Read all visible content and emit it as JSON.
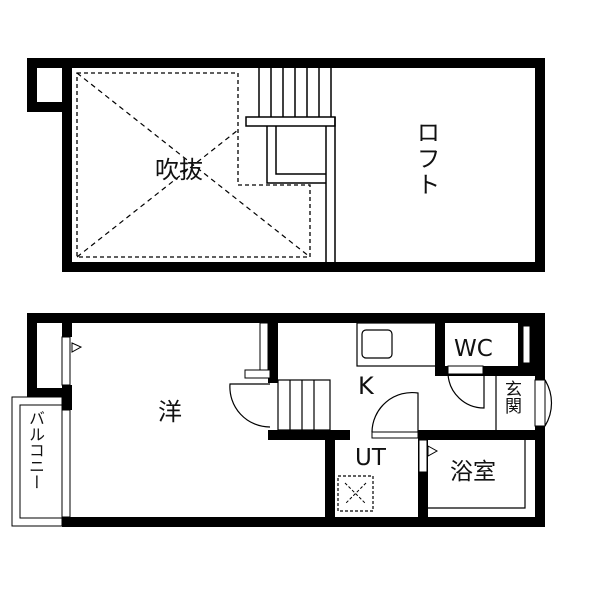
{
  "floor_plan": {
    "upper_floor": {
      "rooms": [
        {
          "id": "fukinuke",
          "label": "吹抜"
        },
        {
          "id": "loft",
          "label": "ロフト"
        }
      ]
    },
    "lower_floor": {
      "rooms": [
        {
          "id": "western_room",
          "label": "洋"
        },
        {
          "id": "kitchen",
          "label": "K"
        },
        {
          "id": "wc",
          "label": "WC"
        },
        {
          "id": "entrance",
          "label": "玄関"
        },
        {
          "id": "utility",
          "label": "UT"
        },
        {
          "id": "bathroom",
          "label": "浴室"
        },
        {
          "id": "balcony",
          "label": "バルコニー"
        }
      ]
    },
    "colors": {
      "wall": "#000000",
      "background": "#ffffff",
      "text": "#111111"
    }
  }
}
